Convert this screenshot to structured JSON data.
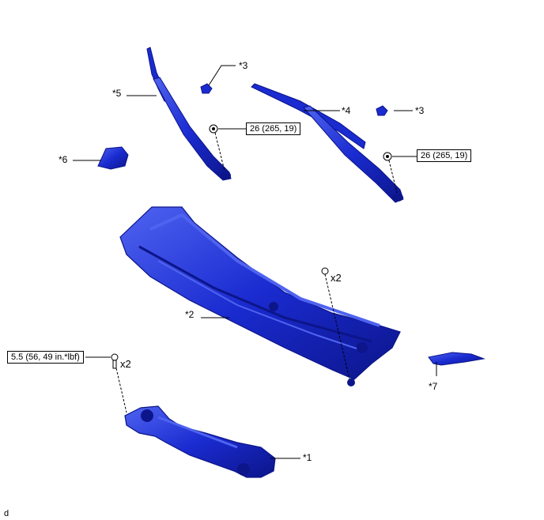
{
  "callouts": {
    "c1": "*1",
    "c2": "*2",
    "c3a": "*3",
    "c3b": "*3",
    "c4": "*4",
    "c5": "*5",
    "c6": "*6",
    "c7": "*7"
  },
  "torques": {
    "t_left_arm": "26 (265, 19)",
    "t_right_arm": "26 (265, 19)",
    "t_motor_bolt": "5.5 (56, 49 in.*lbf)"
  },
  "quantities": {
    "q_cowl_bolt": "x2",
    "q_motor_bolt": "x2"
  },
  "illustration_id": "d",
  "colors": {
    "part_fill": "#1a2bd0",
    "part_dark": "#0c158a",
    "part_light": "#4f63f0",
    "line": "#000000"
  }
}
